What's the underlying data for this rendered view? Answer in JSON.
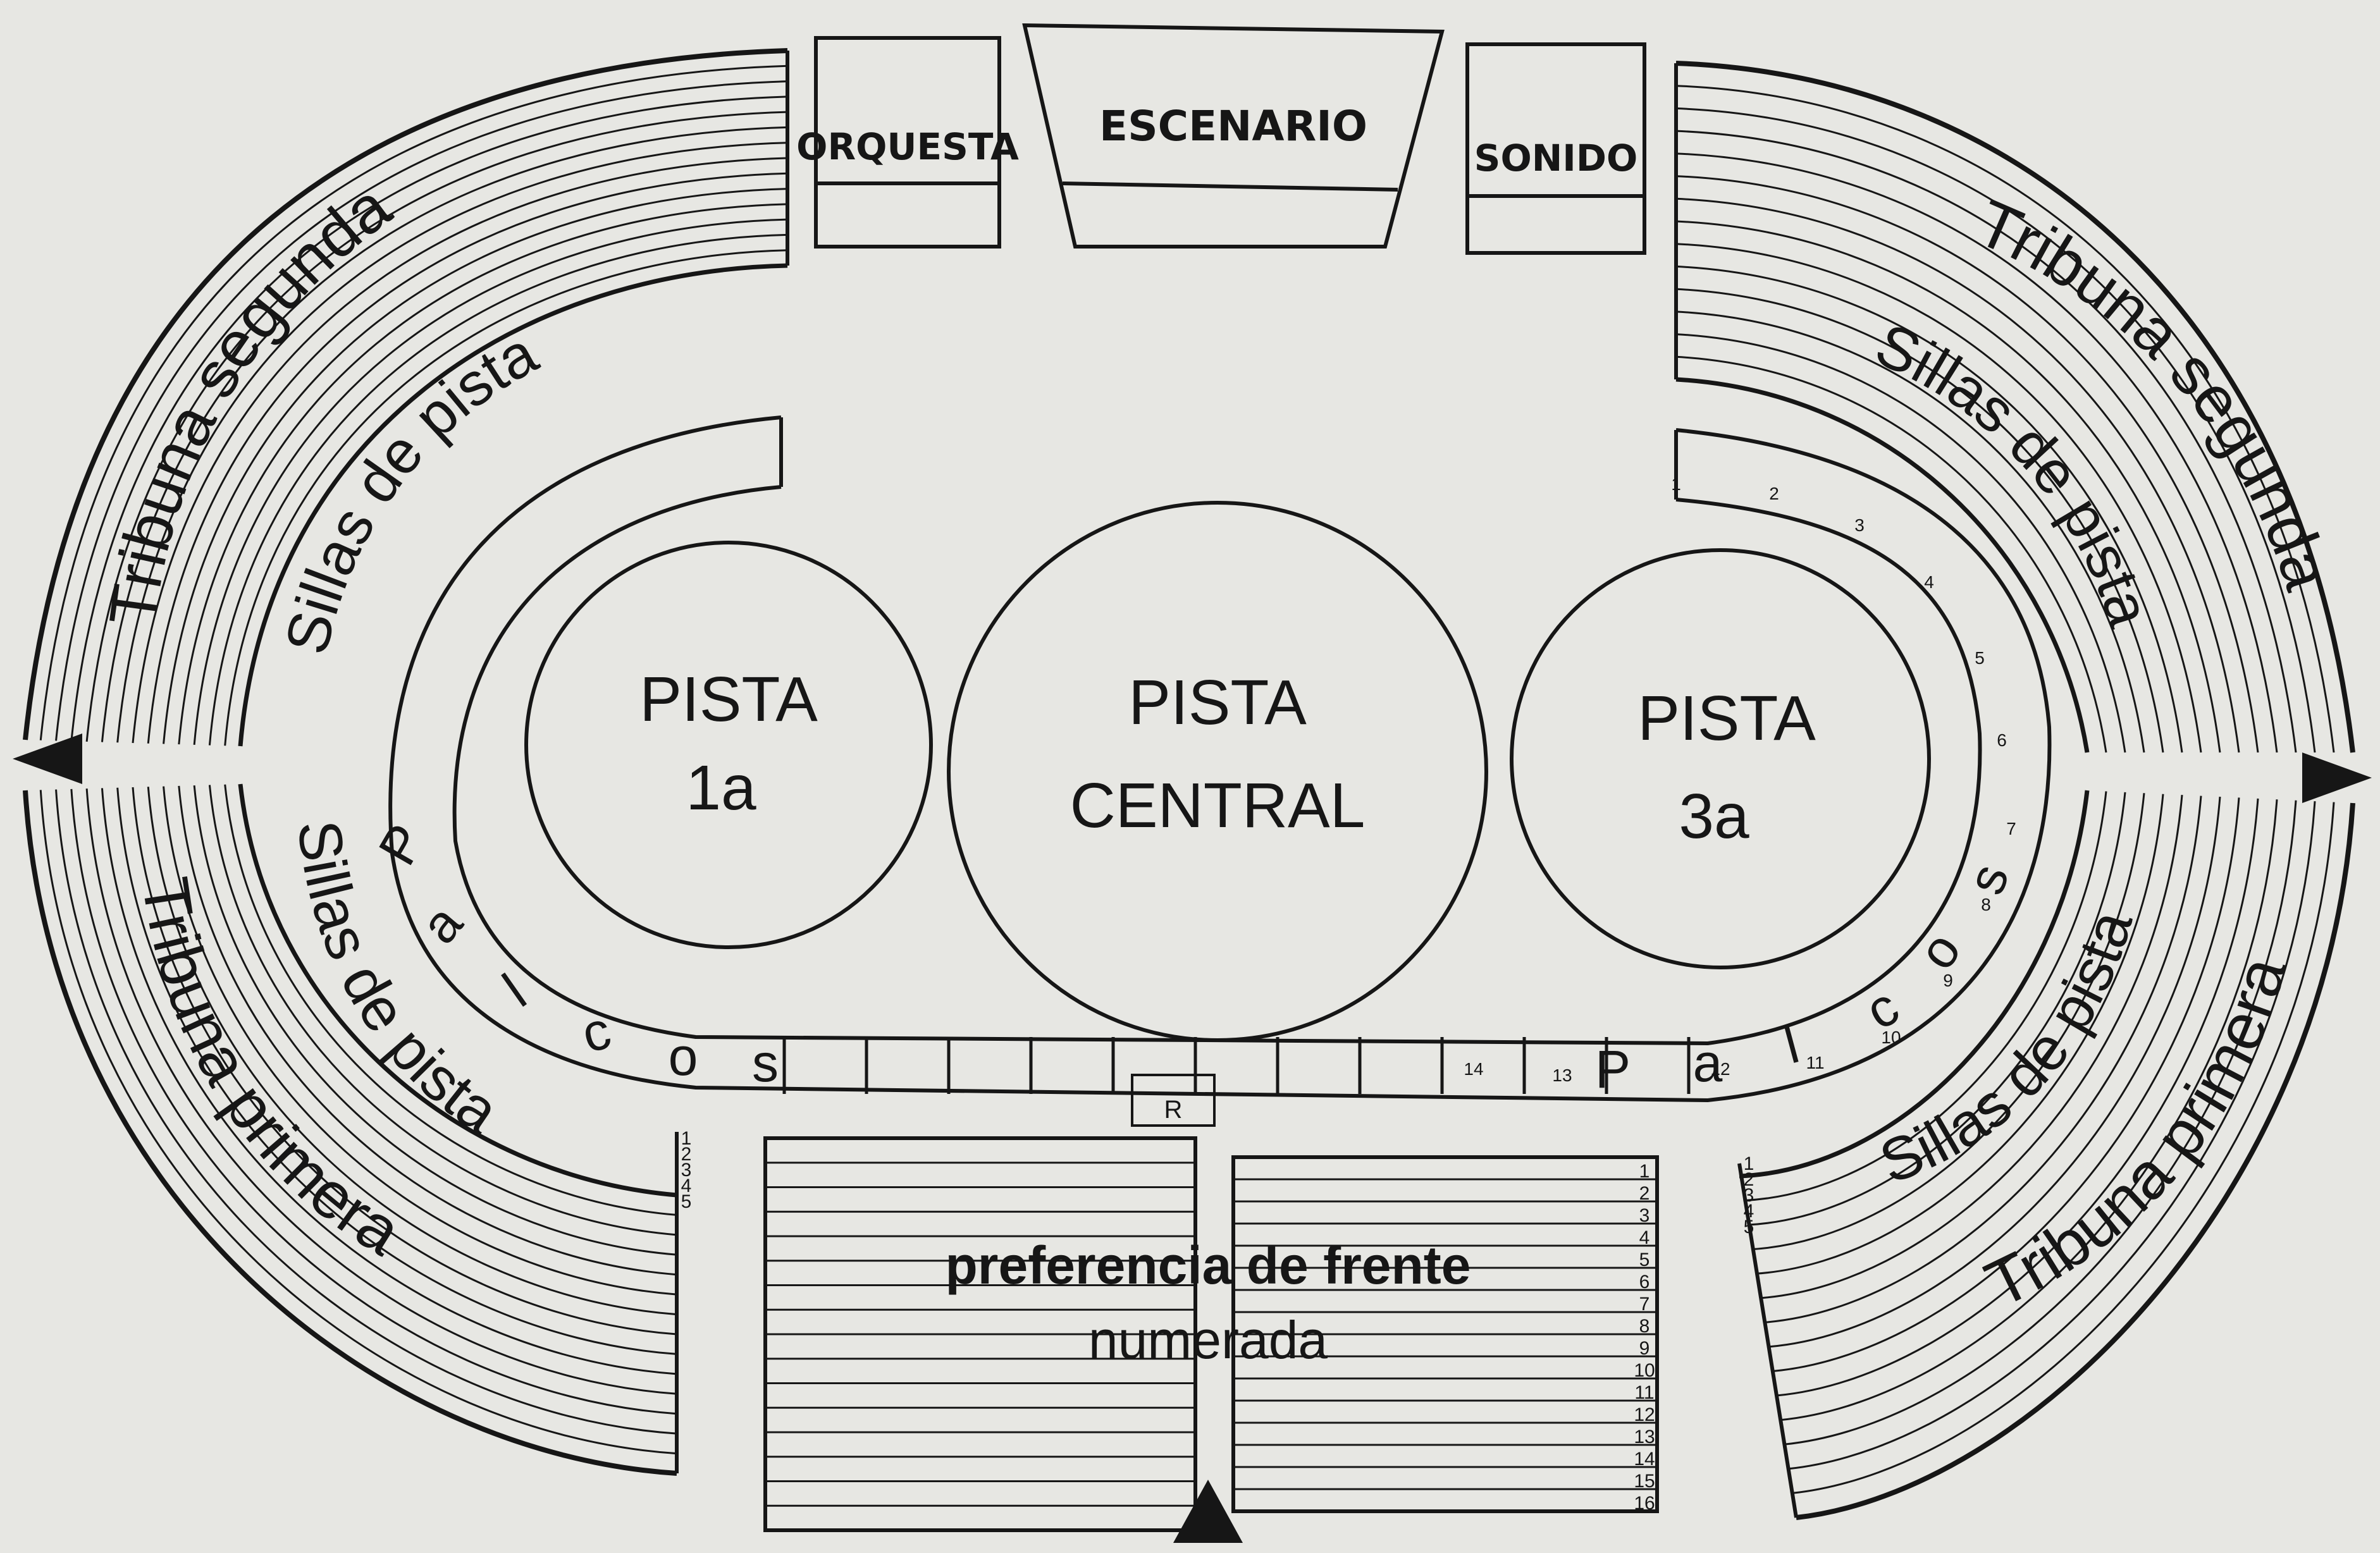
{
  "colors": {
    "paper": "#e7e7e3",
    "ink": "#161616"
  },
  "top": {
    "orquesta": "ORQUESTA",
    "escenario": "ESCENARIO",
    "sonido": "SONIDO"
  },
  "rings": {
    "pista_1": [
      "PISTA",
      "1a"
    ],
    "pista_central": [
      "PISTA",
      "CENTRAL"
    ],
    "pista_3": [
      "PISTA",
      "3a"
    ]
  },
  "sections": {
    "tribuna_segunda": "Tribuna segunda",
    "tribuna_primera": "Tribuna primera",
    "sillas_de_pista": "Sillas de pista",
    "palcos": "Palcos",
    "preferencia": [
      "preferencia de frente",
      "numerada"
    ],
    "royal_box": "R"
  },
  "numbers": {
    "preferencia_rows": [
      "1",
      "2",
      "3",
      "4",
      "5",
      "6",
      "7",
      "8",
      "9",
      "10",
      "11",
      "12",
      "13",
      "14",
      "15",
      "16"
    ],
    "sillas_rows": [
      "1",
      "2",
      "3",
      "4",
      "5"
    ],
    "palcos_right_top": [
      "1",
      "2",
      "3",
      "4",
      "5",
      "6",
      "7",
      "8",
      "9",
      "10",
      "11",
      "12",
      "13",
      "14"
    ]
  }
}
